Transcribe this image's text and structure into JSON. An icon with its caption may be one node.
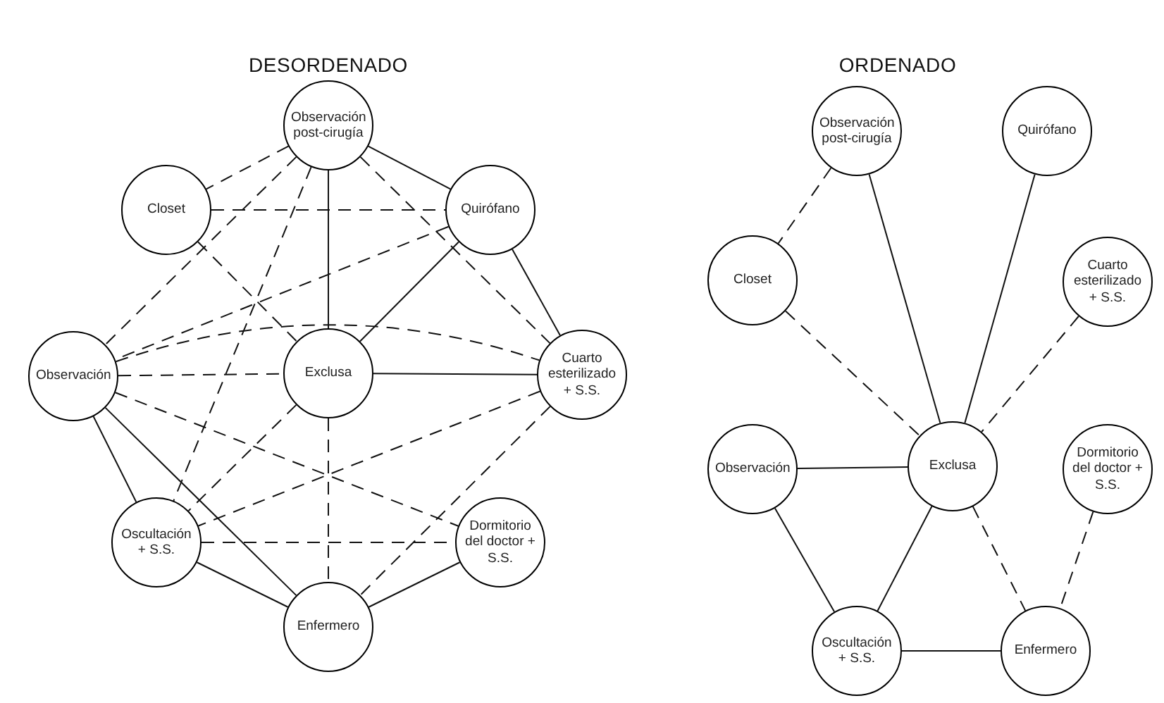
{
  "diagram": {
    "nodes": [
      {
        "text": [
          "Observación post-cirugía"
        ]
      },
      {
        "text": [
          "Closet"
        ]
      },
      {
        "text": [
          "Quirófano"
        ]
      },
      {
        "text": [
          "Observación"
        ]
      },
      {
        "text": [
          "Exclusa"
        ]
      },
      {
        "text": [
          "Cuarto esterilizado + S.S."
        ]
      },
      {
        "text": [
          "Oscultación + S.S."
        ]
      },
      {
        "text": [
          "Dormitorio del doctor + S.S."
        ]
      },
      {
        "text": [
          "Enfermero"
        ]
      },
      {
        "text": [
          "Observación post-cirugía"
        ]
      },
      {
        "text": [
          "Quirófano"
        ]
      },
      {
        "text": [
          "Closet"
        ]
      },
      {
        "text": [
          "Cuarto esterilizado + S.S."
        ]
      },
      {
        "text": [
          "Observación"
        ]
      },
      {
        "text": [
          "Exclusa"
        ]
      },
      {
        "text": [
          "Dormitorio del doctor + S.S."
        ]
      },
      {
        "text": [
          "Oscultación + S.S."
        ]
      },
      {
        "text": [
          "Enfermero"
        ]
      }
    ],
    "edges": [
      {
        "from": 0,
        "to": 1,
        "arrow": "none",
        "style": "dashed"
      },
      {
        "from": 0,
        "to": 2,
        "arrow": "none"
      },
      {
        "from": 0,
        "to": 3,
        "arrow": "none",
        "style": "dashed"
      },
      {
        "from": 0,
        "to": 4,
        "arrow": "none"
      },
      {
        "from": 0,
        "to": 5,
        "arrow": "none",
        "style": "dashed"
      },
      {
        "from": 0,
        "to": 6,
        "arrow": "none",
        "style": "dashed"
      },
      {
        "from": 1,
        "to": 2,
        "arrow": "none",
        "style": "dashed"
      },
      {
        "from": 1,
        "to": 4,
        "arrow": "none",
        "style": "dashed"
      },
      {
        "from": 2,
        "to": 3,
        "arrow": "none",
        "style": "dashed"
      },
      {
        "from": 2,
        "to": 4,
        "arrow": "none"
      },
      {
        "from": 2,
        "to": 5,
        "arrow": "none"
      },
      {
        "from": 3,
        "to": 5,
        "arrow": "none",
        "style": "dashed"
      },
      {
        "from": 3,
        "to": 4,
        "arrow": "none",
        "style": "dashed"
      },
      {
        "from": 3,
        "to": 7,
        "arrow": "none",
        "style": "dashed"
      },
      {
        "from": 3,
        "to": 6,
        "arrow": "none"
      },
      {
        "from": 3,
        "to": 8,
        "arrow": "none"
      },
      {
        "from": 4,
        "to": 5,
        "arrow": "none"
      },
      {
        "from": 4,
        "to": 6,
        "arrow": "none",
        "style": "dashed"
      },
      {
        "from": 4,
        "to": 8,
        "arrow": "none",
        "style": "dashed"
      },
      {
        "from": 5,
        "to": 6,
        "arrow": "none",
        "style": "dashed"
      },
      {
        "from": 5,
        "to": 8,
        "arrow": "none",
        "style": "dashed"
      },
      {
        "from": 6,
        "to": 7,
        "arrow": "none",
        "style": "dashed"
      },
      {
        "from": 6,
        "to": 8,
        "arrow": "none"
      },
      {
        "from": 7,
        "to": 8,
        "arrow": "none"
      },
      {
        "from": 9,
        "to": 11,
        "arrow": "none",
        "style": "dashed"
      },
      {
        "from": 9,
        "to": 14,
        "arrow": "none"
      },
      {
        "from": 10,
        "to": 14,
        "arrow": "none"
      },
      {
        "from": 11,
        "to": 14,
        "arrow": "none",
        "style": "dashed"
      },
      {
        "from": 12,
        "to": 14,
        "arrow": "none",
        "style": "dashed"
      },
      {
        "from": 13,
        "to": 14,
        "arrow": "none"
      },
      {
        "from": 13,
        "to": 16,
        "arrow": "none"
      },
      {
        "from": 14,
        "to": 16,
        "arrow": "none"
      },
      {
        "from": 14,
        "to": 17,
        "arrow": "none",
        "style": "dashed"
      },
      {
        "from": 15,
        "to": 17,
        "arrow": "none",
        "style": "dashed"
      },
      {
        "from": 16,
        "to": 17,
        "arrow": "none"
      }
    ],
    "labels": [
      "DESORDENADO",
      "ORDENADO"
    ]
  }
}
